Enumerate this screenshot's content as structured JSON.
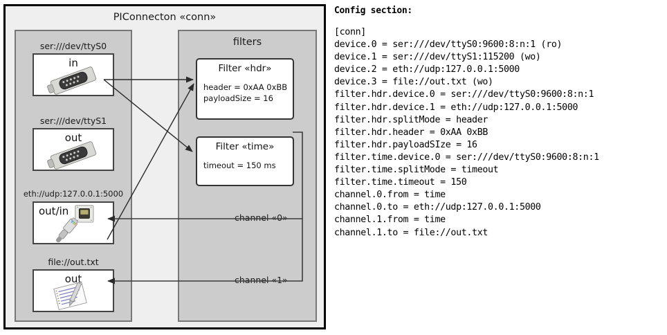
{
  "diagram": {
    "title": "PIConnecton «conn»",
    "devices_panel": {
      "name": "devices",
      "items": [
        {
          "label": "ser:///dev/ttyS0",
          "io": "in",
          "icon": "serial-db9-icon"
        },
        {
          "label": "ser:///dev/ttyS1",
          "io": "out",
          "icon": "serial-db9-icon"
        },
        {
          "label": "eth://udp:127.0.0.1:5000",
          "io": "out/in",
          "icon": "ethernet-rj45-icon"
        },
        {
          "label": "file://out.txt",
          "io": "out",
          "icon": "text-file-icon"
        }
      ]
    },
    "filters_panel": {
      "title": "filters",
      "filters": [
        {
          "title": "Filter «hdr»",
          "attrs": [
            "header = 0xAA 0xBB",
            "payloadSize = 16"
          ]
        },
        {
          "title": "Filter «time»",
          "attrs": [
            "timeout = 150 ms"
          ]
        }
      ],
      "channels": [
        {
          "label": "channel «0»"
        },
        {
          "label": "channel «1»"
        }
      ]
    }
  },
  "config": {
    "heading": "Config section:",
    "text": "[conn]\ndevice.0 = ser:///dev/ttyS0:9600:8:n:1 (ro)\ndevice.1 = ser:///dev/ttyS1:115200 (wo)\ndevice.2 = eth://udp:127.0.0.1:5000\ndevice.3 = file://out.txt (wo)\nfilter.hdr.device.0 = ser:///dev/ttyS0:9600:8:n:1\nfilter.hdr.device.1 = eth://udp:127.0.0.1:5000\nfilter.hdr.splitMode = header\nfilter.hdr.header = 0xAA 0xBB\nfilter.hdr.payloadSIze = 16\nfilter.time.device.0 = ser:///dev/ttyS0:9600:8:n:1\nfilter.time.splitMode = timeout\nfilter.time.timeout = 150\nchannel.0.from = time\nchannel.0.to = eth://udp:127.0.0.1:5000\nchannel.1.from = time\nchannel.1.to = file://out.txt"
  },
  "colors": {
    "outer_border": "#000000",
    "diagram_bg": "#efefef",
    "panel_bg": "#cccccc",
    "panel_border": "#777777",
    "box_bg": "#ffffff",
    "edge": "#333333"
  }
}
